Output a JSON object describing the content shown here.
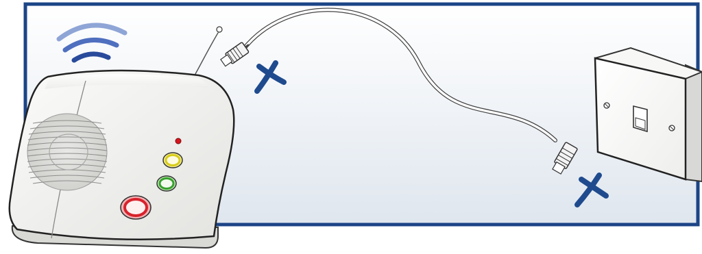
{
  "diagram": {
    "frame_border_color": "#1c4587",
    "panel_gradient_top": "#ffffff",
    "panel_gradient_bottom": "#dfe6ee",
    "cross_color": "#1f4b8e",
    "device": {
      "body_color": "#f1f1ef",
      "signal_color": "#2a4b9b",
      "indicator_light_color": "#d6151e",
      "buttons": [
        {
          "name": "yellow-button",
          "color": "#d8cc1a"
        },
        {
          "name": "green-button",
          "color": "#37a12e"
        },
        {
          "name": "red-button",
          "color": "#d8222c"
        }
      ]
    },
    "components": [
      "alarm-unit",
      "phone-cable",
      "phone-plug-device-end",
      "phone-plug-socket-end",
      "wall-phone-socket"
    ],
    "crosses": [
      {
        "name": "cross-device-plug"
      },
      {
        "name": "cross-socket-plug"
      }
    ]
  }
}
